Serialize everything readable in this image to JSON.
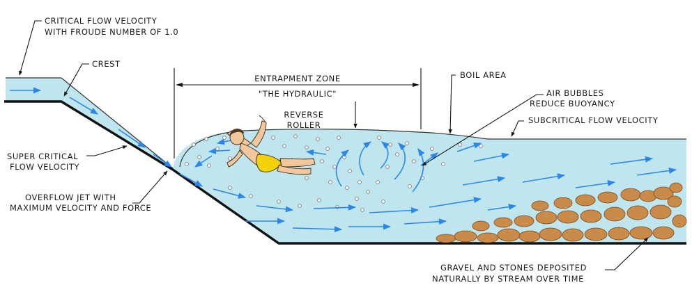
{
  "labels": {
    "critical_flow_1": "CRITICAL FLOW VELOCITY",
    "critical_flow_2": "WITH FROUDE NUMBER OF 1.0",
    "crest": "CREST",
    "entrapment_zone": "ENTRAPMENT ZONE",
    "the_hydraulic": "\"THE HYDRAULIC\"",
    "boil_area": "BOIL AREA",
    "air_bubbles_1": "AIR BUBBLES",
    "air_bubbles_2": "REDUCE BUOYANCY",
    "reverse_roller_1": "REVERSE",
    "reverse_roller_2": "ROLLER",
    "subcritical": "SUBCRITICAL FLOW VELOCITY",
    "supercritical_1": "SUPER CRITICAL",
    "supercritical_2": "FLOW VELOCITY",
    "overflow_1": "OVERFLOW JET WITH",
    "overflow_2": "MAXIMUM VELOCITY AND FORCE",
    "gravel_1": "GRAVEL AND STONES DEPOSITED",
    "gravel_2": "NATURALLY BY STREAM OVER TIME"
  },
  "colors": {
    "water": "#bfe6ef",
    "flow_arrow": "#2a86e8",
    "stone": "#c98a4a",
    "skin": "#f2c79b",
    "swimsuit": "#f4d20a"
  }
}
